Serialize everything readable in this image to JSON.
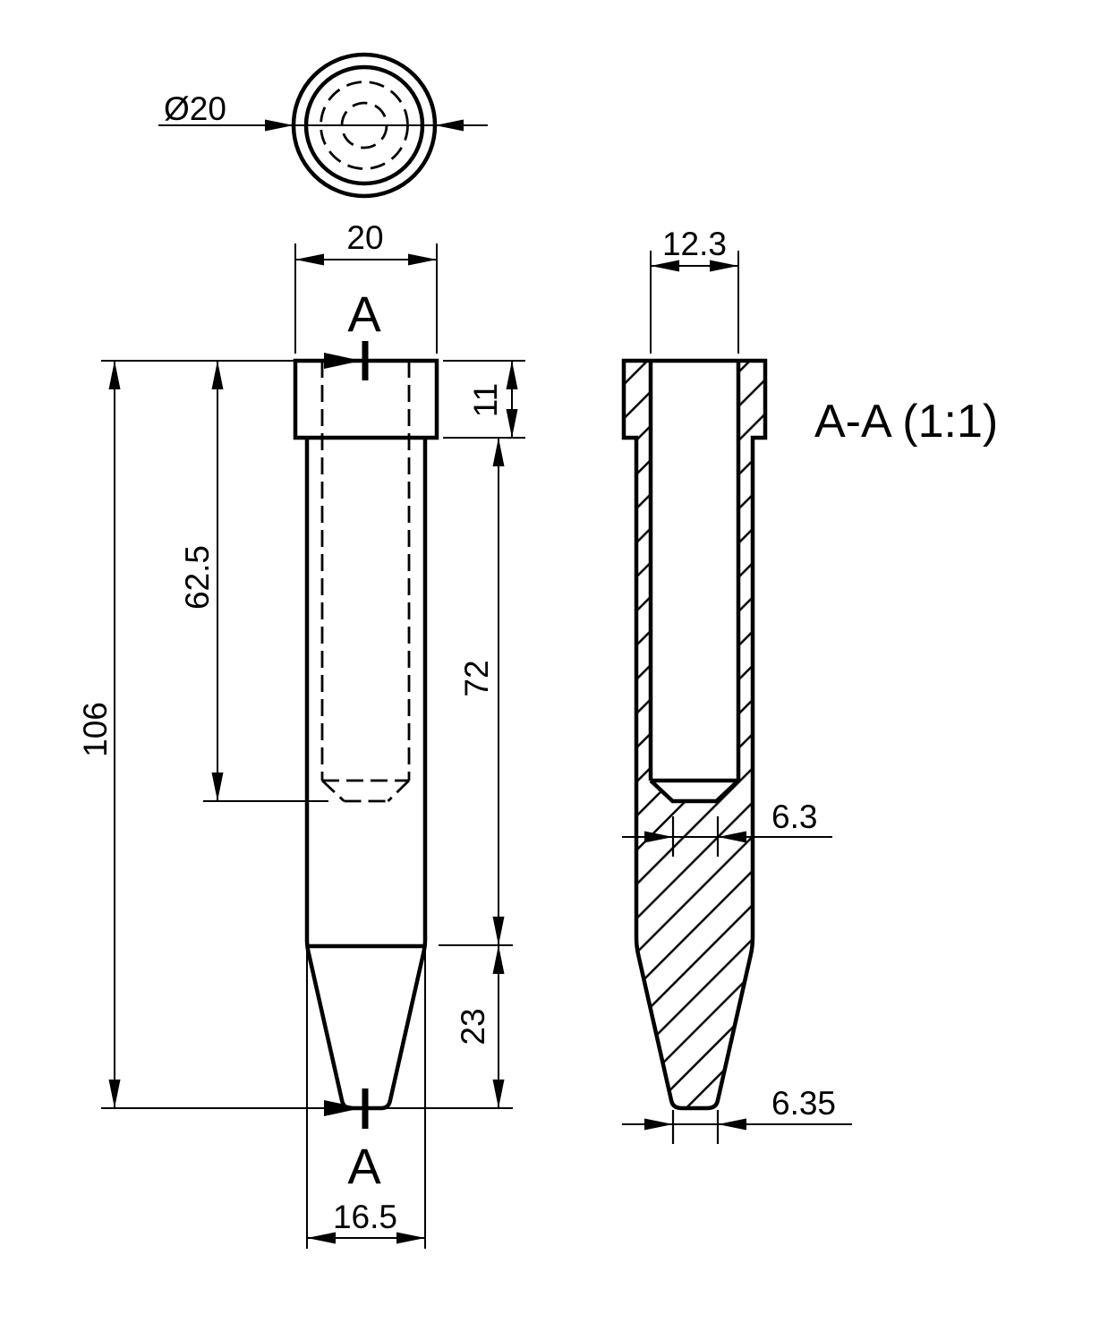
{
  "colors": {
    "line": "#000000",
    "background": "#ffffff"
  },
  "top_view": {
    "diameter": "Ø20"
  },
  "front_view": {
    "width": "20",
    "flange_height": "11",
    "cavity_depth": "62.5",
    "overall_length": "106",
    "body_length": "72",
    "tip_length": "23",
    "body_diameter": "16.5",
    "section_label_top": "A",
    "section_label_bottom": "A"
  },
  "section_view": {
    "title": "A-A (1:1)",
    "bore_diameter": "12.3",
    "cavity_floor_width": "6.3",
    "tip_flat_width": "6.35"
  }
}
